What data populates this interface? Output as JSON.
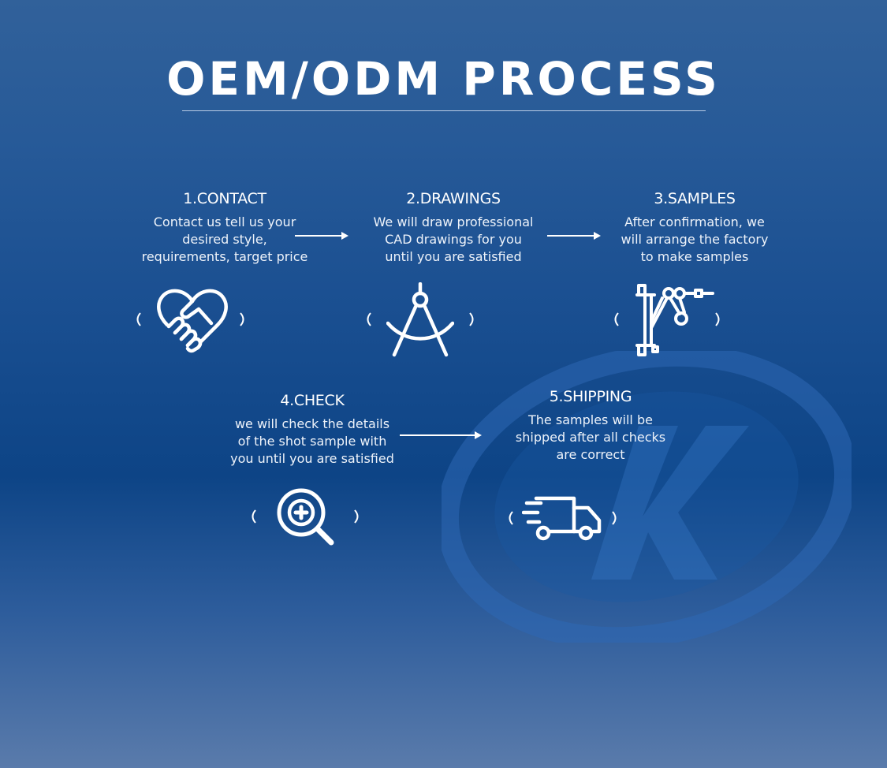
{
  "title": "OEM/ODM PROCESS",
  "steps": [
    {
      "title": "1.CONTACT",
      "lines": [
        "Contact us tell us your",
        "desired style,",
        "requirements, target price"
      ],
      "icon": "handshake-icon"
    },
    {
      "title": "2.DRAWINGS",
      "lines": [
        "We will draw professional",
        "CAD drawings for you",
        "until you are satisfied"
      ],
      "icon": "compass-icon"
    },
    {
      "title": "3.SAMPLES",
      "lines": [
        "After confirmation, we",
        "will arrange the factory",
        "to make samples"
      ],
      "icon": "robotic-arm-icon"
    },
    {
      "title": "4.CHECK",
      "lines": [
        "we will check the details",
        "of the shot sample with",
        "you until you are satisfied"
      ],
      "icon": "magnifier-plus-icon"
    },
    {
      "title": "5.SHIPPING",
      "lines": [
        "The samples will be",
        "shipped after all checks",
        "are correct"
      ],
      "icon": "delivery-truck-icon"
    }
  ],
  "colors": {
    "background_top": "#31619a",
    "background_mid": "#0d4486",
    "background_bottom": "#5a7bab",
    "text": "#ffffff"
  }
}
